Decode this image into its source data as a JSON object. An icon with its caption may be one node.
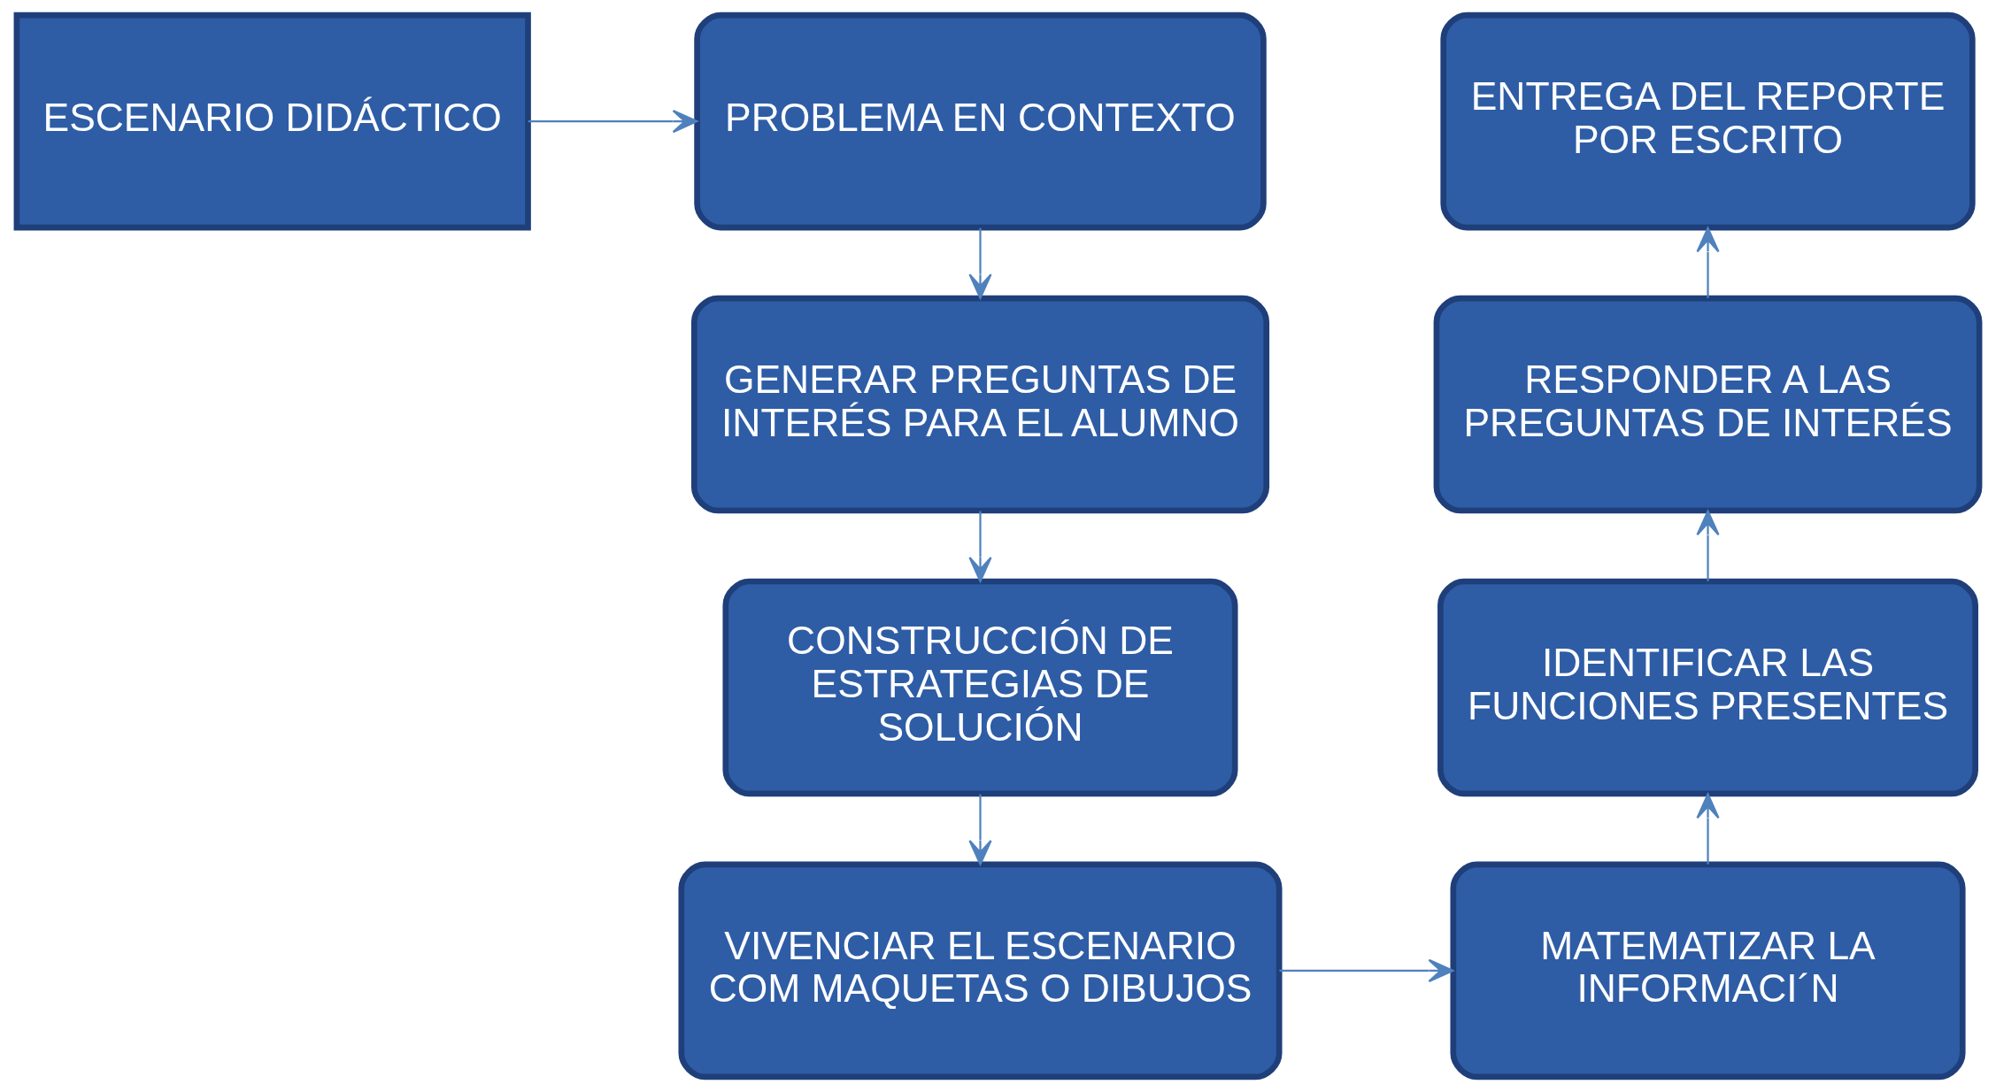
{
  "diagram": {
    "nodes": [
      {
        "text": [
          "ESCENARIO DIDÁCTICO"
        ]
      },
      {
        "text": [
          "PROBLEMA EN CONTEXTO"
        ]
      },
      {
        "text": [
          "GENERAR PREGUNTAS DE INTERÉS PARA EL ALUMNO"
        ]
      },
      {
        "text": [
          "CONSTRUCCIÓN DE ESTRATEGIAS DE SOLUCIÓN"
        ]
      },
      {
        "text": [
          "VIVENCIAR EL ESCENARIO COM MAQUETAS O DIBUJOS"
        ]
      },
      {
        "text": [
          "MATEMATIZAR LA INFORMACI´N"
        ]
      },
      {
        "text": [
          "IDENTIFICAR LAS FUNCIONES PRESENTES"
        ]
      },
      {
        "text": [
          "RESPONDER A LAS PREGUNTAS DE INTERÉS"
        ]
      },
      {
        "text": [
          "ENTREGA DEL REPORTE POR ESCRITO"
        ]
      }
    ],
    "edges": [
      {
        "from": 0,
        "to": 1,
        "arrow": "to"
      },
      {
        "from": 1,
        "to": 2,
        "arrow": "to"
      },
      {
        "from": 2,
        "to": 3,
        "arrow": "to"
      },
      {
        "from": 3,
        "to": 4,
        "arrow": "to"
      },
      {
        "from": 4,
        "to": 5,
        "arrow": "to"
      },
      {
        "from": 5,
        "to": 6,
        "arrow": "to"
      },
      {
        "from": 6,
        "to": 7,
        "arrow": "to"
      },
      {
        "from": 7,
        "to": 8,
        "arrow": "to"
      }
    ]
  }
}
